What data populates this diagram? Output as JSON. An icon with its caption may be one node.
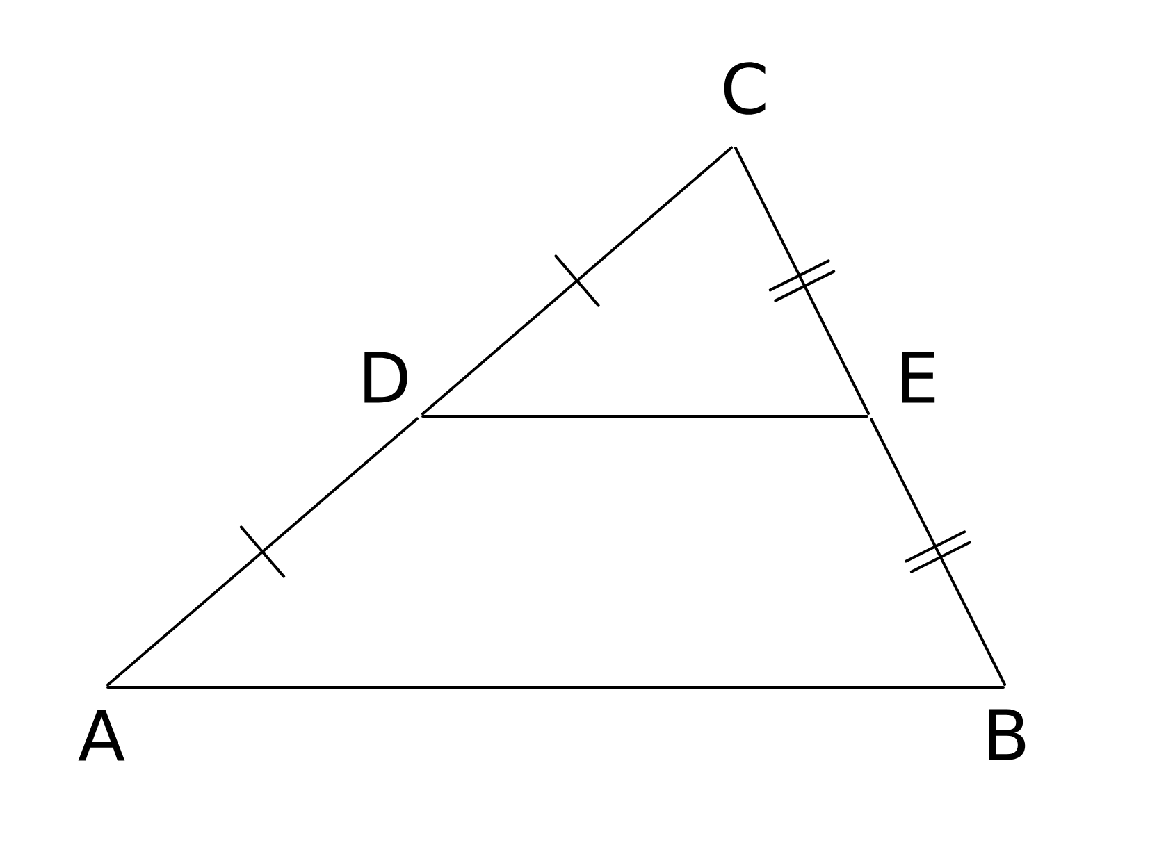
{
  "diagram": {
    "nodes": [
      {
        "text": [
          "A"
        ]
      },
      {
        "text": [
          "B"
        ]
      },
      {
        "text": [
          "C"
        ]
      },
      {
        "text": [
          "D"
        ]
      },
      {
        "text": [
          "E"
        ]
      }
    ],
    "edges": [
      {
        "from": 0,
        "to": 3,
        "arrow": "none"
      },
      {
        "from": 3,
        "to": 2,
        "arrow": "none"
      },
      {
        "from": 2,
        "to": 4,
        "arrow": "none"
      },
      {
        "from": 4,
        "to": 1,
        "arrow": "none"
      },
      {
        "from": 0,
        "to": 1,
        "arrow": "none"
      },
      {
        "from": 3,
        "to": 4,
        "arrow": "none"
      }
    ]
  }
}
